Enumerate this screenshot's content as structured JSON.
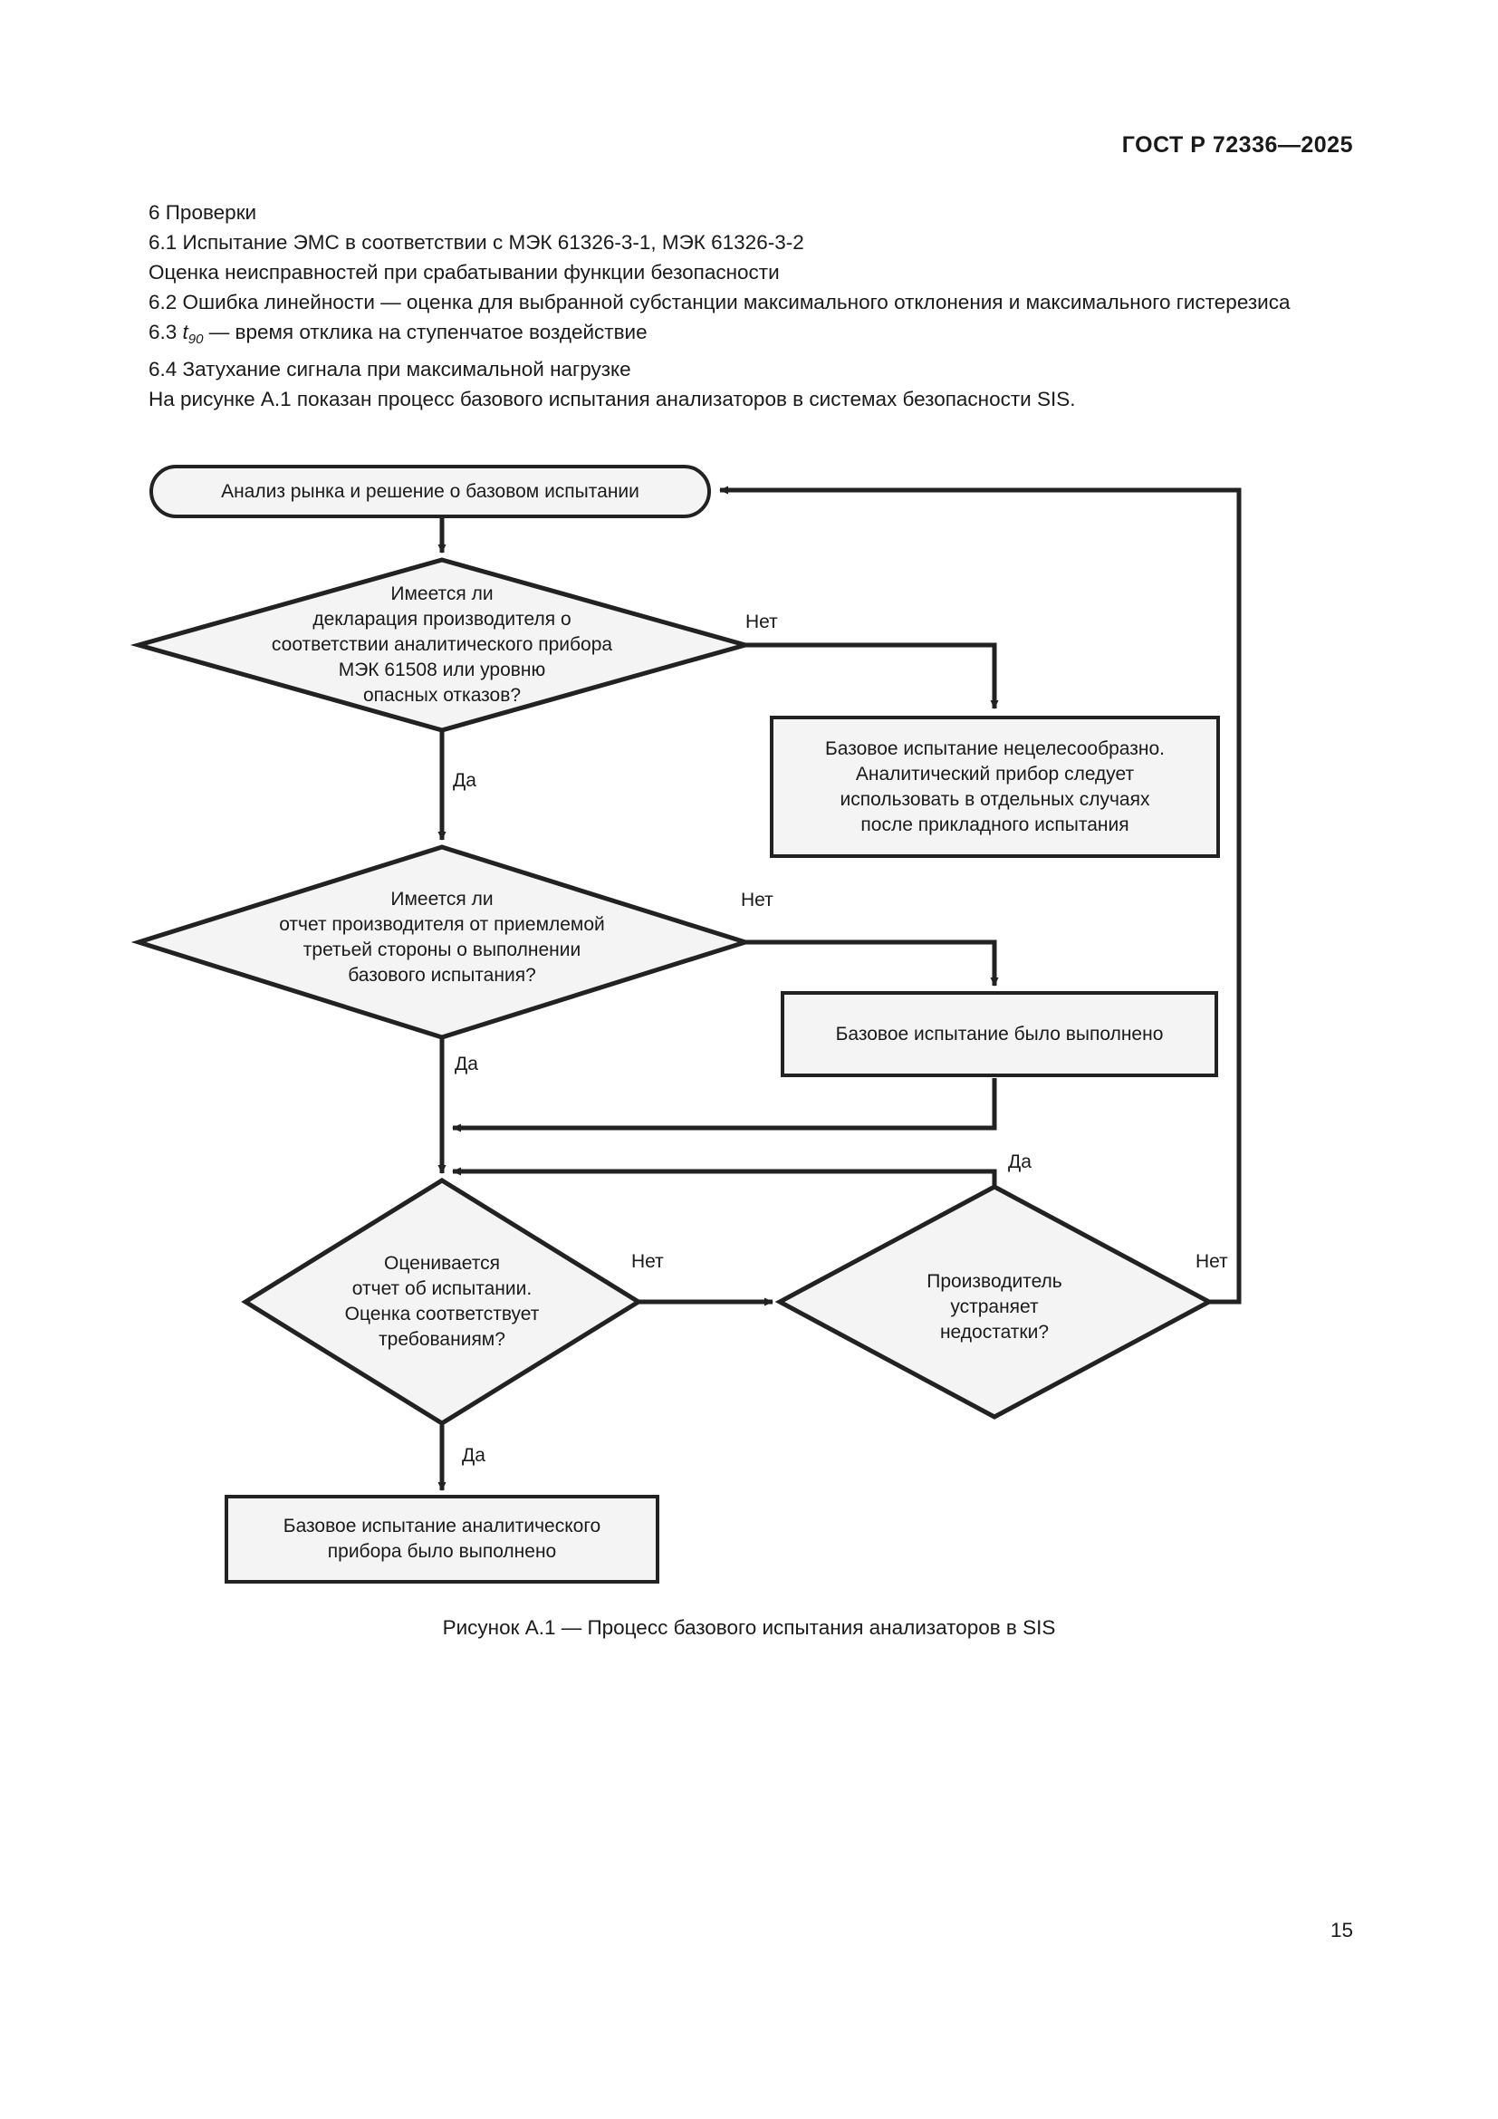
{
  "header": {
    "standard_ref": "ГОСТ Р 72336—2025"
  },
  "body": {
    "lines": [
      "6 Проверки",
      "6.1 Испытание ЭМС в соответствии с МЭК 61326-3-1, МЭК 61326-3-2",
      "Оценка неисправностей при срабатывании функции безопасности",
      "6.2 Ошибка линейности — оценка для выбранной субстанции максимального отклонения и максимального гистерезиса",
      "6.4 Затухание сигнала при максимальной нагрузке",
      "На рисунке А.1 показан процесс базового испытания анализаторов в системах безопасности SIS."
    ],
    "line_t90": {
      "prefix": "6.3 ",
      "symbol": "t",
      "subscript": "90",
      "suffix": " — время отклика на ступенчатое воздействие"
    }
  },
  "flowchart": {
    "nodes": {
      "start": {
        "shape": "terminator",
        "label": "Анализ рынка и решение о базовом испытании"
      },
      "decision1": {
        "shape": "diamond",
        "label": "Имеется ли\nдекларация производителя о\nсоответствии аналитического прибора\nМЭК 61508 или уровню\nопасных отказов?"
      },
      "box_not_feasible": {
        "shape": "process",
        "label": "Базовое испытание нецелесообразно.\nАналитический прибор следует\nиспользовать в отдельных случаях\nпосле прикладного испытания"
      },
      "decision2": {
        "shape": "diamond",
        "label": "Имеется ли\nотчет производителя от приемлемой\nтретьей стороны  о выполнении\nбазового испытания?"
      },
      "box_test_done": {
        "shape": "process",
        "label": "Базовое испытание было выполнено"
      },
      "decision3": {
        "shape": "diamond",
        "label": "Оценивается\nотчет об испытании.\nОценка соответствует\nтребованиям?"
      },
      "decision4": {
        "shape": "diamond",
        "label": "Производитель\nустраняет\nнедостатки?"
      },
      "box_final": {
        "shape": "process",
        "label": "Базовое испытание аналитического\nприбора было выполнено"
      }
    },
    "edge_labels": {
      "d1_no": "Нет",
      "d1_yes": "Да",
      "d2_no": "Нет",
      "d2_yes": "Да",
      "d3_no": "Нет",
      "d3_yes": "Да",
      "d4_yes": "Да",
      "d4_no": "Нет"
    },
    "colors": {
      "stroke": "#222222",
      "fill": "#f4f4f4"
    }
  },
  "caption": "Рисунок А.1 — Процесс базового испытания анализаторов в SIS",
  "page_number": "15"
}
